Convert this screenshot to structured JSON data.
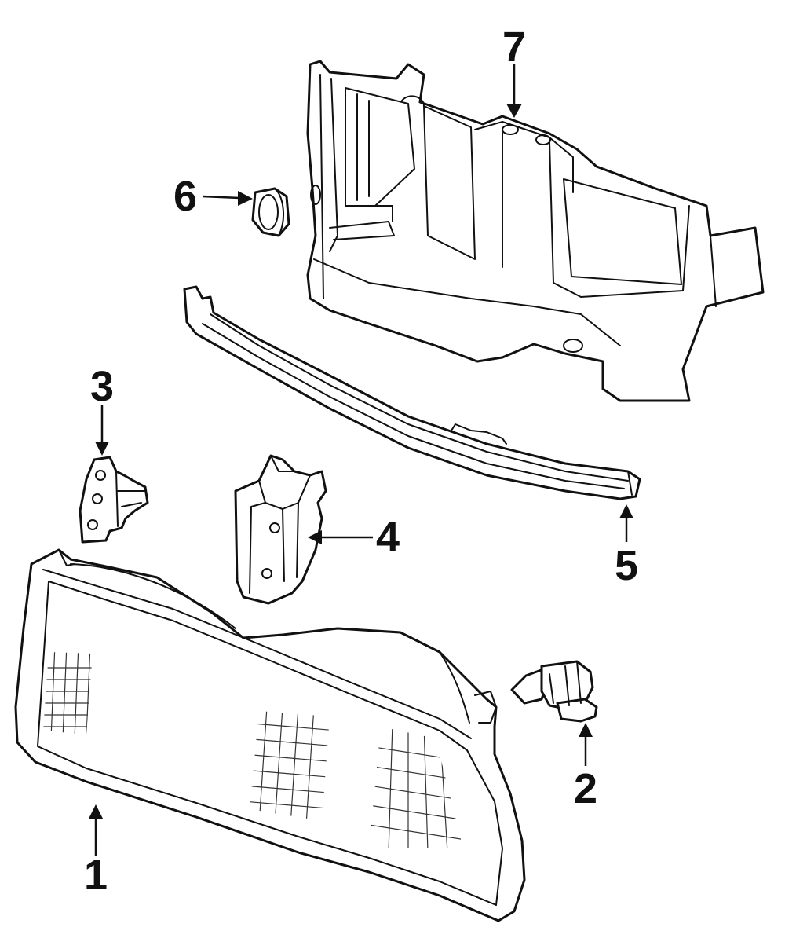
{
  "diagram": {
    "callouts": [
      {
        "id": 1,
        "label": "1"
      },
      {
        "id": 2,
        "label": "2"
      },
      {
        "id": 3,
        "label": "3"
      },
      {
        "id": 4,
        "label": "4"
      },
      {
        "id": 5,
        "label": "5"
      },
      {
        "id": 6,
        "label": "6"
      },
      {
        "id": 7,
        "label": "7"
      }
    ]
  }
}
